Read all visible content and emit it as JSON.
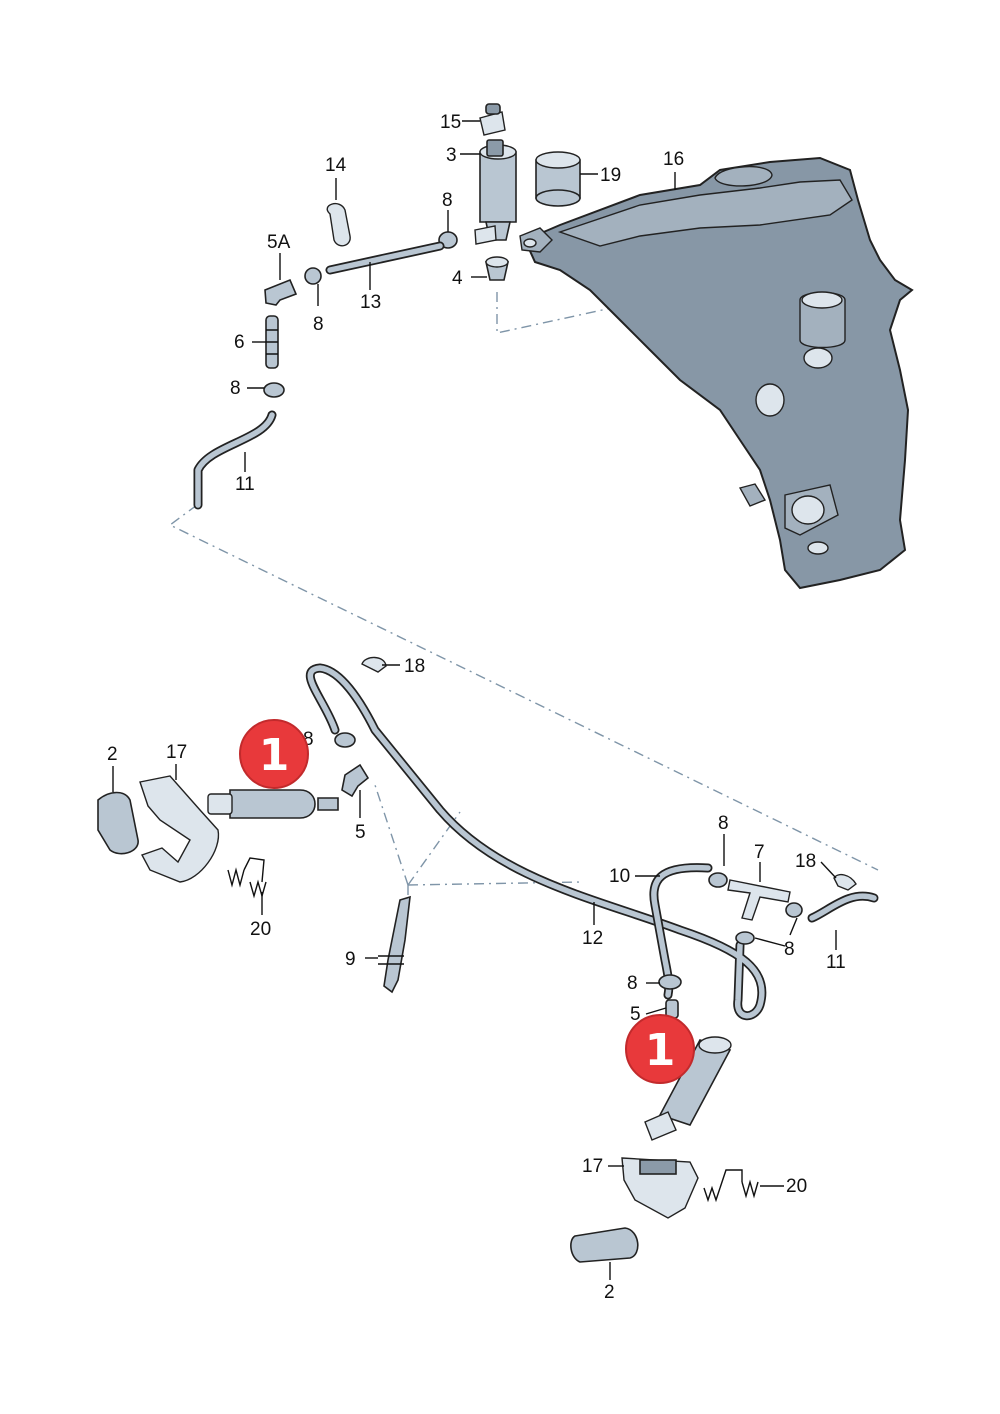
{
  "callouts": {
    "c15": "15",
    "c3": "3",
    "c19": "19",
    "c16": "16",
    "c14": "14",
    "c8a": "8",
    "c5a": "5A",
    "c4": "4",
    "c13": "13",
    "c8b": "8",
    "c6": "6",
    "c8c": "8",
    "c11a": "11",
    "c18a": "18",
    "c8d": "8",
    "c2a": "2",
    "c17a": "17",
    "c5b": "5",
    "c20a": "20",
    "c9": "9",
    "c8e": "8",
    "c7": "7",
    "c18b": "18",
    "c10": "10",
    "c12": "12",
    "c8f": "8",
    "c11b": "11",
    "c8g": "8",
    "c5c": "5",
    "c17b": "17",
    "c20b": "20",
    "c2b": "2"
  },
  "highlights": {
    "badge_left": "1",
    "badge_right": "1",
    "color": "#e8393b"
  }
}
